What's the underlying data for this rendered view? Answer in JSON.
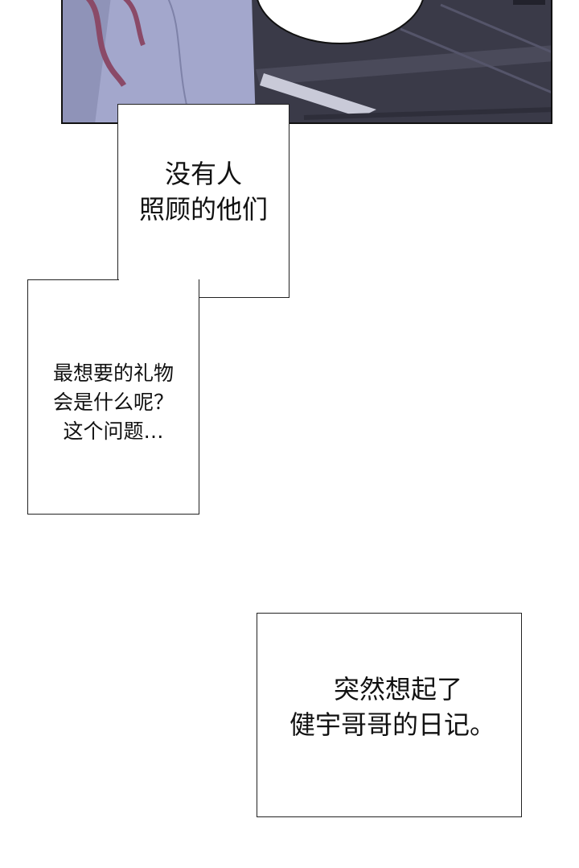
{
  "captions": {
    "box1": [
      "没有人",
      "照顾的他们"
    ],
    "box2": [
      "最想要的礼物",
      "会是什么呢？",
      "这个问题…"
    ],
    "box3": [
      "突然想起了",
      "健宇哥哥的日记。"
    ]
  },
  "colors": {
    "panel_bg": "#8f93b8",
    "floor_dark": "#3a3a48",
    "hair": "#8a4a68",
    "border": "#111111"
  }
}
